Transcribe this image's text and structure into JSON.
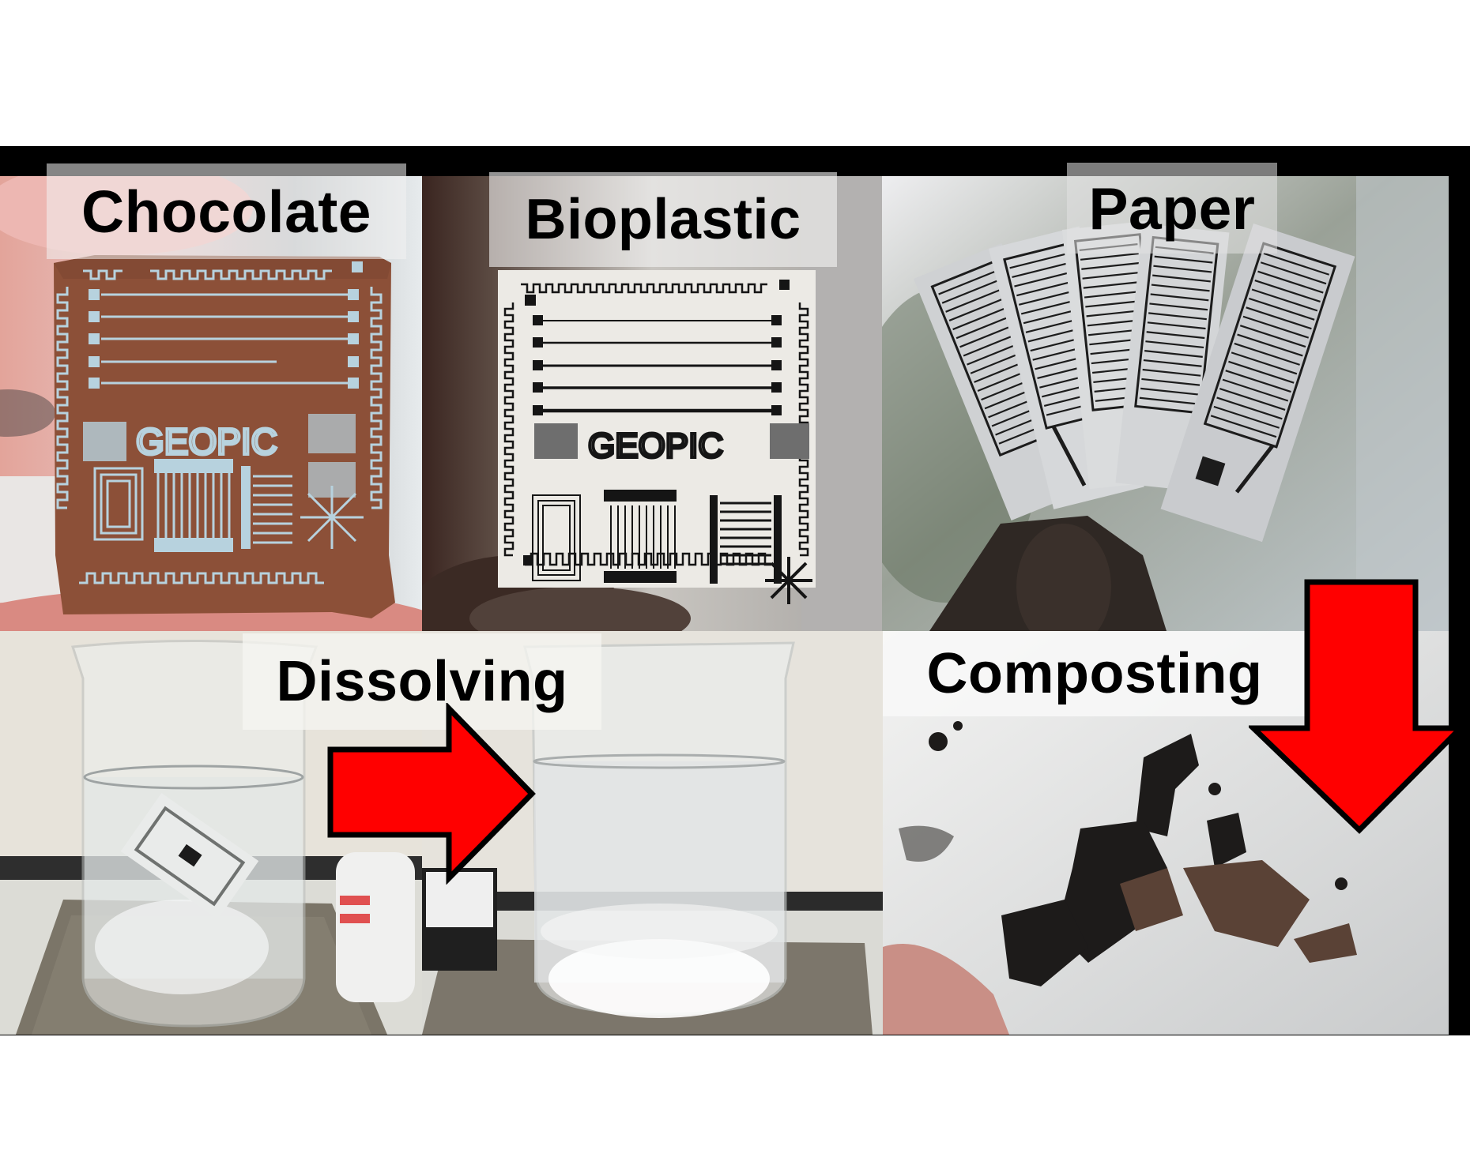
{
  "figure": {
    "background": "#ffffff",
    "frame_color": "#000000",
    "arrow_color": "#ff0000"
  },
  "panels": {
    "chocolate": {
      "label": "Chocolate",
      "substrate_color": "#8a4e37",
      "trace_color": "#b9d4df",
      "circuit_text": "GEOPIC"
    },
    "bioplastic": {
      "label": "Bioplastic",
      "substrate_color": "#ecebe6",
      "trace_color": "#161616",
      "circuit_text": "GEOPIC"
    },
    "paper": {
      "label": "Paper",
      "substrate_color": "#d2d4d6",
      "trace_color": "#1c1c1c"
    },
    "dissolving": {
      "label": "Dissolving",
      "arrow_direction": "right"
    },
    "composting": {
      "label": "Composting",
      "arrow_direction": "down"
    }
  }
}
